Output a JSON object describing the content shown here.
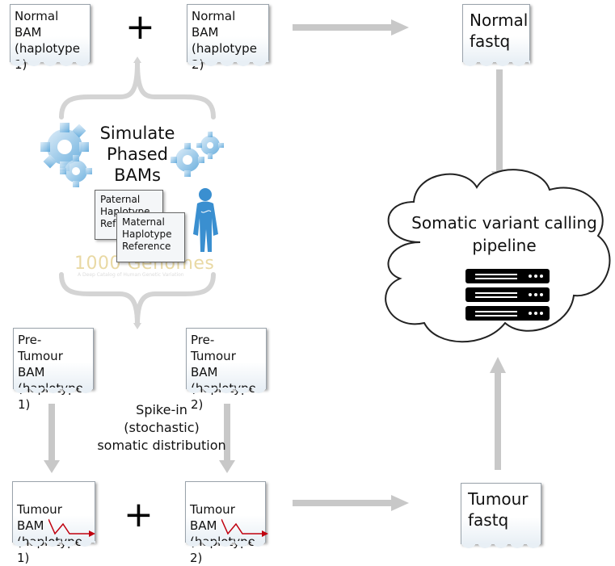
{
  "docs": {
    "normal_h1": "Normal BAM\n(haplotype 1)",
    "normal_h2": "Normal BAM\n(haplotype 2)",
    "normal_fastq": "Normal\nfastq",
    "pre_tumour_h1": "Pre-\nTumour BAM\n(haplotype 1)",
    "pre_tumour_h2": "Pre-\nTumour BAM\n(haplotype 2)",
    "tumour_h1": "Tumour BAM\n(haplotype 1)",
    "tumour_h2": "Tumour BAM\n(haplotype 2)",
    "tumour_fastq": "Tumour\nfastq"
  },
  "plus_sign": "+",
  "simulate": {
    "title": "Simulate\nPhased\nBAMs",
    "paternal_card": "Paternal\nHaplotype\nReference",
    "maternal_card": "Maternal\nHaplotype\nReference",
    "genomes_logo": "1000 Genomes",
    "genomes_tagline": "A Deep Catalog of Human Genetic Variation"
  },
  "spike_in": "Spike-in\n(stochastic)\nsomatic distribution",
  "pipeline": "Somatic variant calling\npipeline",
  "colors": {
    "arrow": "#c8c8c8",
    "gear": "#6fb3e0",
    "person": "#3a8fd0",
    "mutation_line": "#c0000e",
    "server": "#000000"
  }
}
